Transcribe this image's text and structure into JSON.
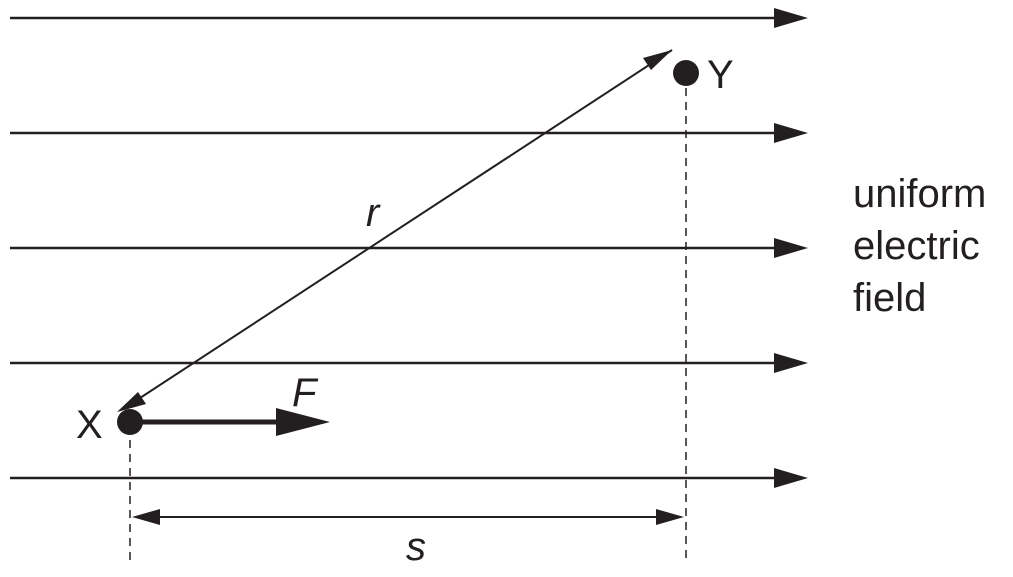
{
  "diagram": {
    "field_lines": 5,
    "colors": {
      "ink": "#231f20",
      "background": "#ffffff"
    },
    "labels": {
      "point_x": "X",
      "point_y": "Y",
      "distance_r": "r",
      "force": "F",
      "separation_s": "s"
    },
    "field_caption": [
      "uniform",
      "electric",
      "field"
    ]
  }
}
